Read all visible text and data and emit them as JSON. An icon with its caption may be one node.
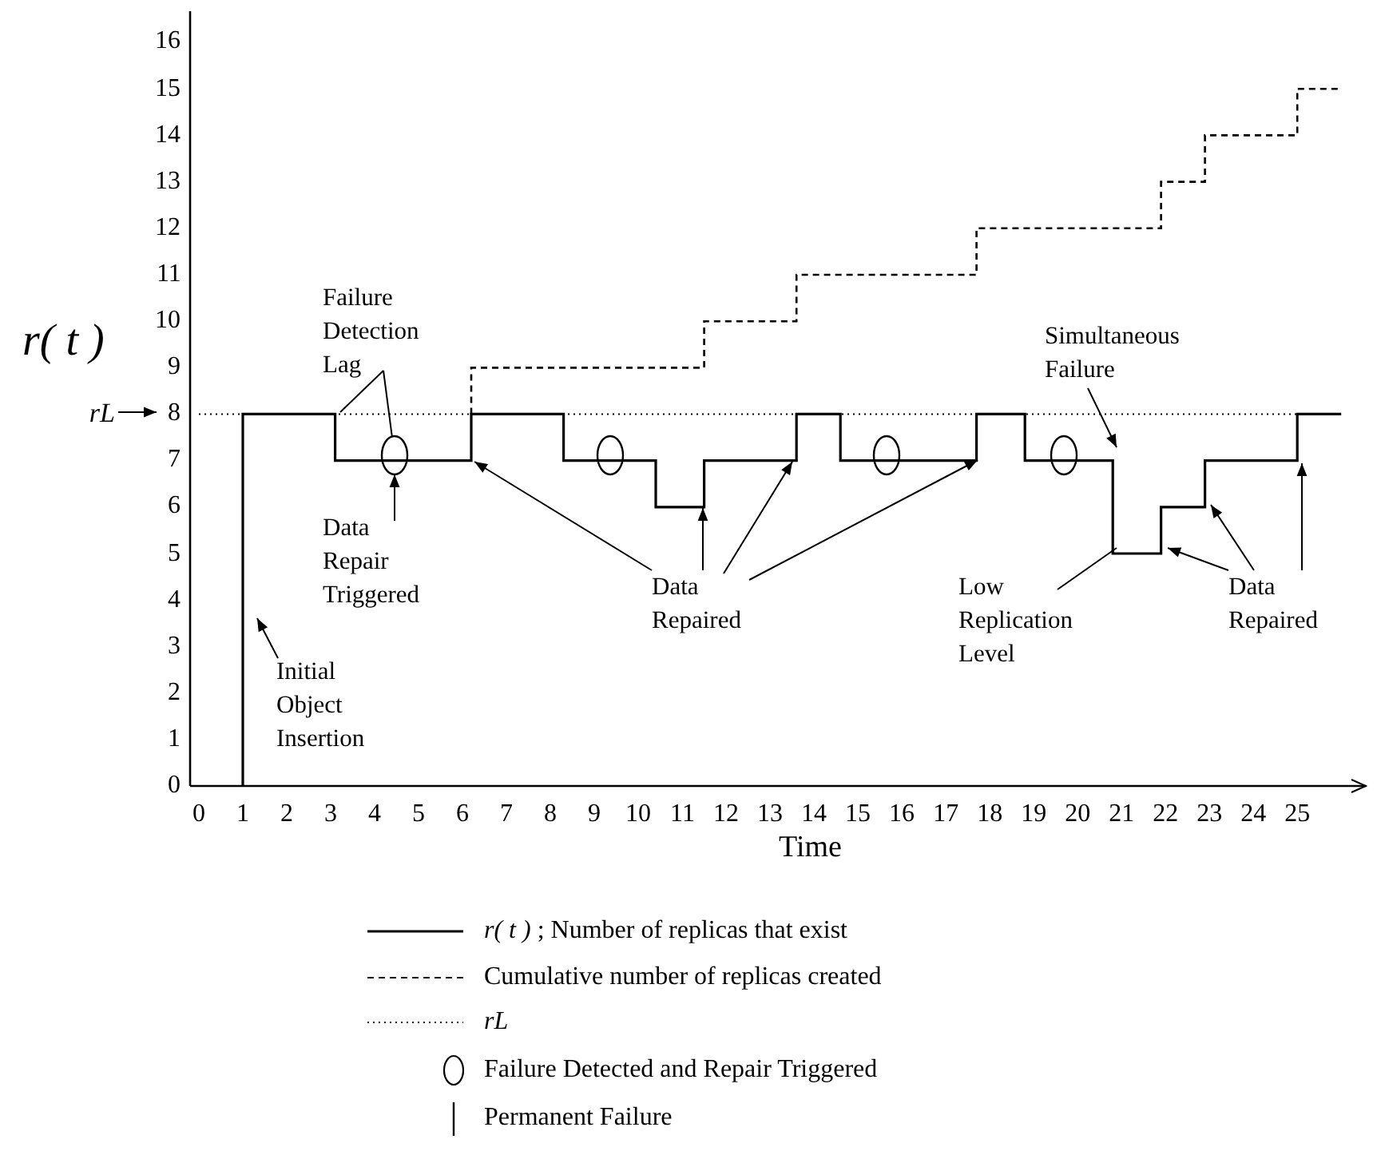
{
  "diagram": {
    "nodes": [
      {
        "text": [
          "Failure Detection Lag"
        ]
      },
      {
        "text": [],
        "shape": "circle"
      },
      {
        "text": [],
        "shape": "circle"
      },
      {
        "text": [],
        "shape": "circle"
      },
      {
        "text": [],
        "shape": "circle"
      },
      {
        "text": [
          "Data Repair Triggered"
        ]
      },
      {
        "text": [
          "Initial Object Insertion"
        ]
      },
      {
        "text": [
          "Data Repaired"
        ]
      },
      {
        "text": [
          "Simultaneous Failure"
        ]
      },
      {
        "text": [
          "Low Replication Level"
        ]
      },
      {
        "text": [
          "Data Repaired"
        ]
      },
      {
        "text": [
          "rL"
        ]
      }
    ],
    "edges": [
      {
        "from": 0,
        "to": null,
        "arrow": "none"
      },
      {
        "from": 0,
        "to": 1,
        "arrow": "none"
      },
      {
        "from": 5,
        "to": 1,
        "arrow": "to"
      },
      {
        "from": 6,
        "to": null,
        "arrow": "to"
      },
      {
        "from": 7,
        "to": null,
        "arrow": "to"
      },
      {
        "from": 7,
        "to": null,
        "arrow": "to"
      },
      {
        "from": 7,
        "to": null,
        "arrow": "to"
      },
      {
        "from": 7,
        "to": null,
        "arrow": "to"
      },
      {
        "from": 8,
        "to": null,
        "arrow": "to"
      },
      {
        "from": 9,
        "to": null,
        "arrow": "none"
      },
      {
        "from": 10,
        "to": null,
        "arrow": "to"
      },
      {
        "from": 10,
        "to": null,
        "arrow": "to"
      },
      {
        "from": 10,
        "to": null,
        "arrow": "to"
      },
      {
        "from": 11,
        "to": null,
        "arrow": "to"
      }
    ],
    "legend": [
      {
        "text": "*r( t )* ; Number of replicas that exist"
      },
      {
        "text": "Cumulative number of replicas created"
      },
      {
        "text": "rL"
      },
      {
        "text": "Failure Detected and Repair Triggered"
      },
      {
        "text": "Permanent Failure"
      }
    ],
    "chart_data": {
      "type": "line",
      "xlabel": "Time",
      "ylabel": "r( t )",
      "x": [
        0,
        1,
        1,
        3.1,
        3.1,
        6.2,
        6.2,
        8.3,
        8.3,
        10.4,
        10.4,
        11.5,
        11.5,
        13.6,
        13.6,
        14.6,
        14.6,
        17.7,
        17.7,
        18.8,
        18.8,
        20.8,
        20.8,
        21.9,
        21.9,
        22.9,
        22.9,
        25,
        25,
        26
      ],
      "series": [
        {
          "color": "#000000",
          "line_style": "solid",
          "values": [
            null,
            0,
            8,
            8,
            7,
            7,
            8,
            8,
            7,
            7,
            6,
            6,
            7,
            7,
            8,
            8,
            7,
            7,
            8,
            8,
            7,
            7,
            5,
            5,
            6,
            6,
            7,
            7,
            8,
            8
          ]
        },
        {
          "color": "#000000",
          "line_style": "dashed",
          "values": [
            null,
            null,
            null,
            null,
            null,
            8,
            9,
            9,
            9,
            9,
            9,
            9,
            10,
            10,
            11,
            11,
            11,
            11,
            12,
            12,
            12,
            12,
            12,
            12,
            13,
            13,
            14,
            14,
            15,
            15
          ]
        },
        {
          "color": "#000000",
          "line_style": "dotted",
          "values": [
            8,
            8,
            8,
            8,
            8,
            8,
            8,
            8,
            8,
            8,
            8,
            8,
            8,
            8,
            8,
            8,
            8,
            8,
            8,
            8,
            8,
            8,
            8,
            8,
            8,
            8,
            8,
            8,
            8,
            8
          ]
        }
      ],
      "xlim": [
        -0.2,
        26.56
      ],
      "ylim": [
        0,
        16.67
      ],
      "xticks": [
        0,
        1,
        2,
        3,
        4,
        5,
        6,
        7,
        8,
        9,
        10,
        11,
        12,
        13,
        14,
        15,
        16,
        17,
        18,
        19,
        20,
        21,
        22,
        23,
        24,
        25
      ],
      "yticks": [
        0,
        1,
        2,
        3,
        4,
        5,
        6,
        7,
        8,
        9,
        10,
        11,
        12,
        13,
        14,
        15,
        16
      ]
    }
  }
}
